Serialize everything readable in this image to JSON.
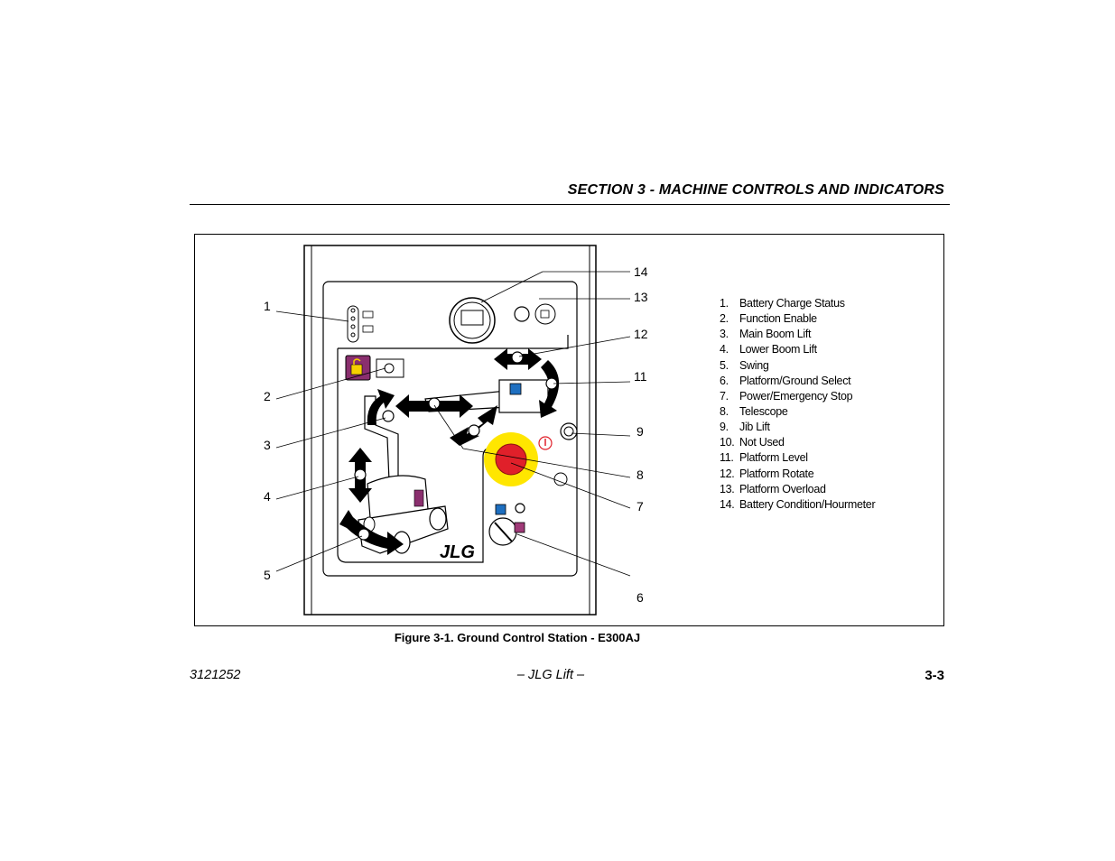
{
  "header": {
    "section_title": "SECTION 3 - MACHINE CONTROLS AND INDICATORS"
  },
  "figure": {
    "caption": "Figure 3-1. Ground Control Station - E300AJ",
    "brand_logo": "JLG",
    "callouts": [
      "1",
      "2",
      "3",
      "4",
      "5",
      "6",
      "7",
      "8",
      "9",
      "11",
      "12",
      "13",
      "14"
    ],
    "legend": [
      {
        "num": "1.",
        "label": "Battery Charge Status"
      },
      {
        "num": "2.",
        "label": "Function Enable"
      },
      {
        "num": "3.",
        "label": "Main Boom Lift"
      },
      {
        "num": "4.",
        "label": "Lower Boom Lift"
      },
      {
        "num": "5.",
        "label": "Swing"
      },
      {
        "num": "6.",
        "label": "Platform/Ground Select"
      },
      {
        "num": "7.",
        "label": "Power/Emergency Stop"
      },
      {
        "num": "8.",
        "label": "Telescope"
      },
      {
        "num": "9.",
        "label": "Jib Lift"
      },
      {
        "num": "10.",
        "label": "Not Used"
      },
      {
        "num": "11.",
        "label": "Platform Level"
      },
      {
        "num": "12.",
        "label": "Platform Rotate"
      },
      {
        "num": "13.",
        "label": "Platform Overload"
      },
      {
        "num": "14.",
        "label": "Battery Condition/Hourmeter"
      }
    ],
    "colors": {
      "estop_ring": "#ffe600",
      "estop_button": "#e0202a",
      "select_blue": "#1e6fc0",
      "select_purple": "#a03a78",
      "enable_purple": "#8a2f6e",
      "enable_yellow": "#f5d000"
    }
  },
  "footer": {
    "doc_number": "3121252",
    "center": "– JLG Lift –",
    "page": "3-3"
  }
}
